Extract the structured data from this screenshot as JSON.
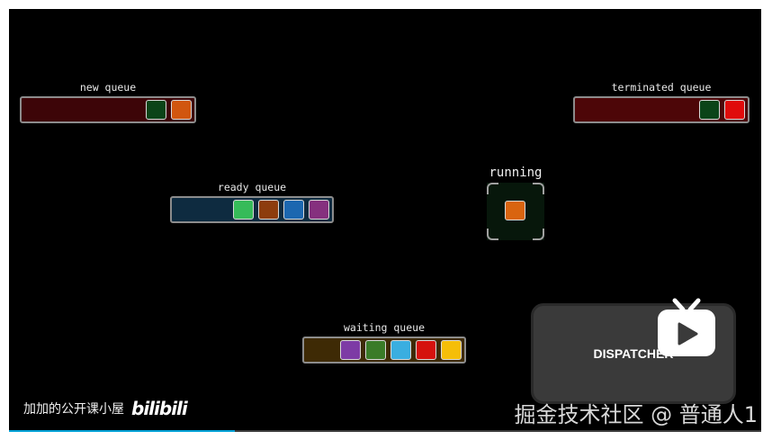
{
  "queues": {
    "new": {
      "label": "new queue",
      "bg": "#3d0508",
      "processes": [
        "#0b4418",
        "#d1560f"
      ]
    },
    "terminated": {
      "label": "terminated queue",
      "bg": "#4d0608",
      "processes": [
        "#0b4418",
        "#e00b0b"
      ]
    },
    "ready": {
      "label": "ready queue",
      "bg": "#0e2b40",
      "processes": [
        "#36bb59",
        "#8d3c0d",
        "#1c67b0",
        "#85307e"
      ]
    },
    "waiting": {
      "label": "waiting queue",
      "bg": "#3e2a05",
      "processes": [
        "#7d3ba5",
        "#3a7b28",
        "#3aaee0",
        "#d5120d",
        "#f5be08"
      ]
    }
  },
  "running": {
    "label": "running",
    "process": "#d9640f"
  },
  "dispatcher": {
    "label": "DISPATCHER"
  },
  "watermark": {
    "channel": "加加的公开课小屋",
    "logo": "bilibili",
    "site": "掘金技术社区 @ 普通人1"
  },
  "icons": {
    "bilibili_tv": "bilibili-tv-icon"
  },
  "progress": {
    "fraction": 0.3
  }
}
